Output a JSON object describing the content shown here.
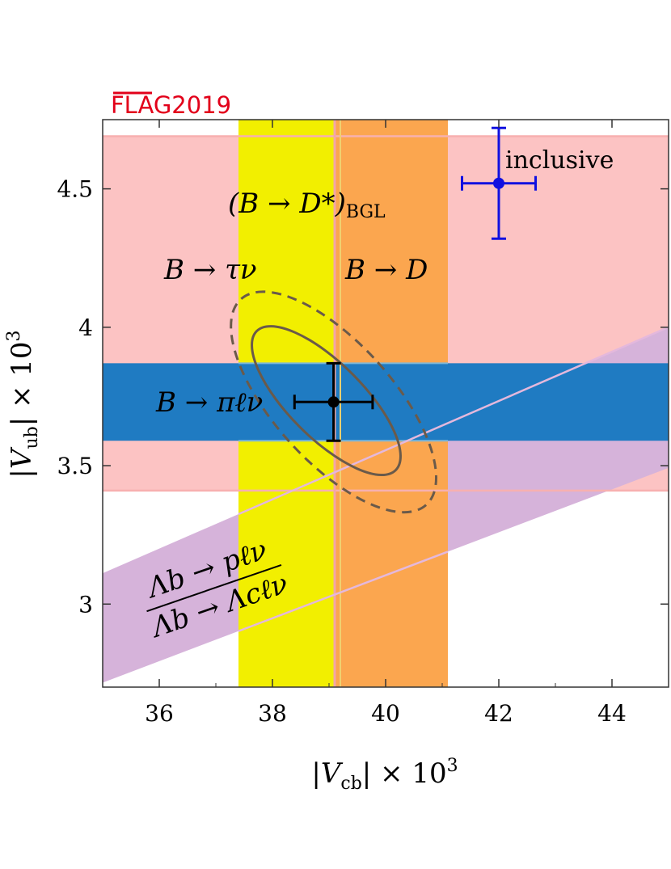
{
  "brand": {
    "text": "FLAG2019",
    "color": "#e2001a"
  },
  "chart_data": {
    "type": "scatter",
    "xlabel": "|V_cb| × 10^3",
    "ylabel": "|V_ub| × 10^3",
    "xlim": [
      35,
      45
    ],
    "ylim": [
      2.7,
      4.75
    ],
    "xticks": [
      "36",
      "38",
      "40",
      "42",
      "44"
    ],
    "yticks": [
      "3",
      "3.5",
      "4",
      "4.5"
    ],
    "grid": false,
    "horizontal_bands": [
      {
        "label": "B → τν",
        "ymin": 3.41,
        "ymax": 4.69,
        "color": "#fcc3c3"
      },
      {
        "label": "B → πℓν",
        "ymin": 3.59,
        "ymax": 3.87,
        "color": "#1f7bc2"
      }
    ],
    "vertical_bands": [
      {
        "label": "(B → D*)BGL",
        "xmin": 37.4,
        "xmax": 41.1,
        "color": "#f2ef00"
      },
      {
        "label": "B → D",
        "xmin": 39.1,
        "xmax": 41.1,
        "color": "#fba64f"
      }
    ],
    "diagonal_band": {
      "label_numerator": "Λb → pℓν",
      "label_denominator": "Λb → Λcℓν",
      "center_ratio": 0.0849,
      "ratio_min": 0.0776,
      "ratio_max": 0.0889,
      "color": "#d6b3da"
    },
    "points": [
      {
        "name": "exclusive",
        "x": 39.08,
        "y": 3.73,
        "xerr": 0.69,
        "yerr": 0.14,
        "color": "#000000"
      },
      {
        "name": "inclusive",
        "label": "inclusive",
        "x": 42.0,
        "y": 4.52,
        "xerr": 0.65,
        "yerr": 0.2,
        "color": "#1010e0"
      }
    ],
    "ellipses": [
      {
        "type": "solid",
        "cx": 38.95,
        "cy": 3.735,
        "rx": 1.32,
        "ry": 0.355,
        "angle_deg": -45,
        "color": "#6a5a4a"
      },
      {
        "type": "dashed",
        "cx": 39.08,
        "cy": 3.73,
        "rx": 2.1,
        "ry": 0.5,
        "angle_deg": -42,
        "color": "#6a5a4a"
      }
    ]
  }
}
